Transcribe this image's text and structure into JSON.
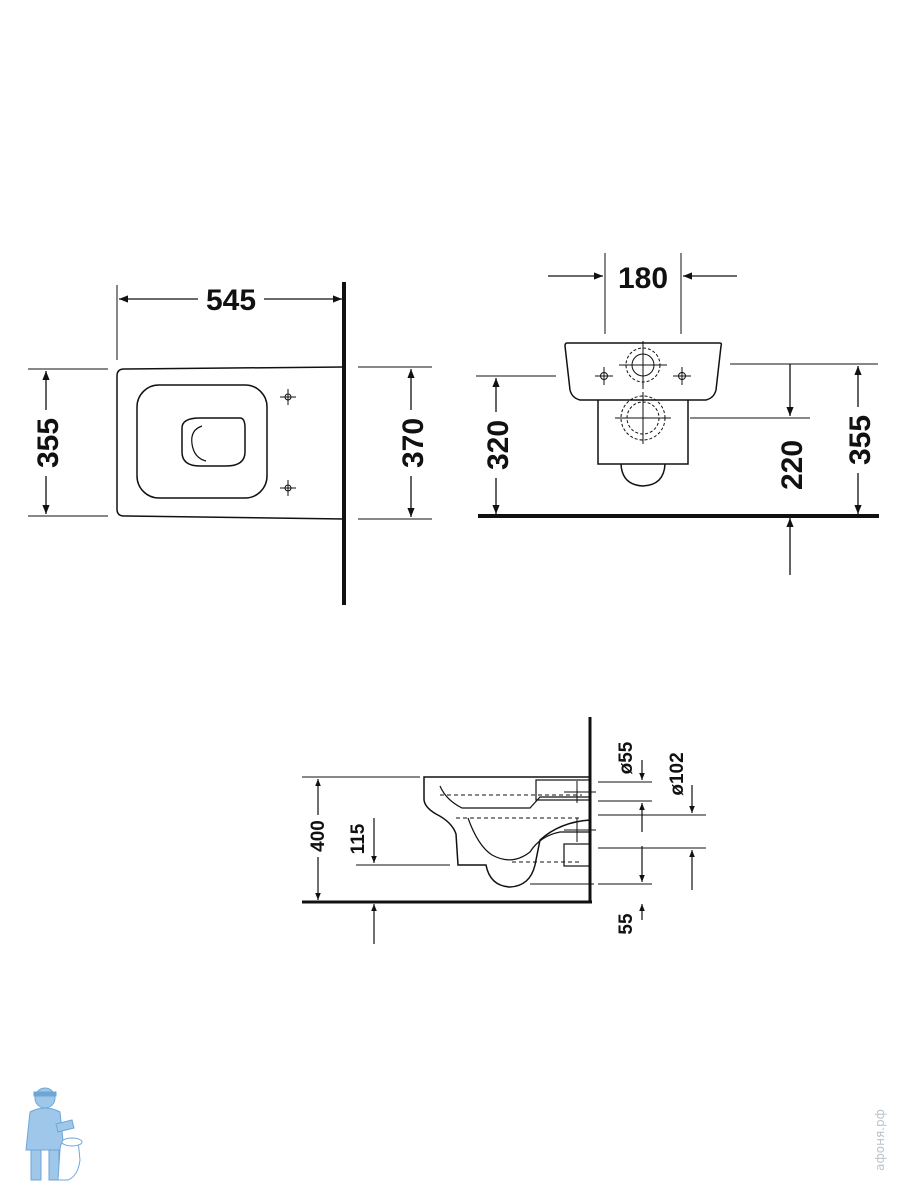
{
  "top_view": {
    "width": "545",
    "depth_left": "355",
    "depth_right": "370"
  },
  "front_view": {
    "flush_spacing": "180",
    "height_left": "320",
    "height_inner": "220",
    "height_right": "355"
  },
  "side_view": {
    "pipe_small": "ø55",
    "pipe_large": "ø102",
    "height": "400",
    "outlet_height": "115",
    "floor_offset": "55"
  },
  "watermark": {
    "text": "афоня.рф",
    "logo_icon": "plumber-mascot-icon"
  },
  "colors": {
    "line": "#111111",
    "watermark": "#b9c3cc",
    "mascot": "#9ec7ea"
  }
}
